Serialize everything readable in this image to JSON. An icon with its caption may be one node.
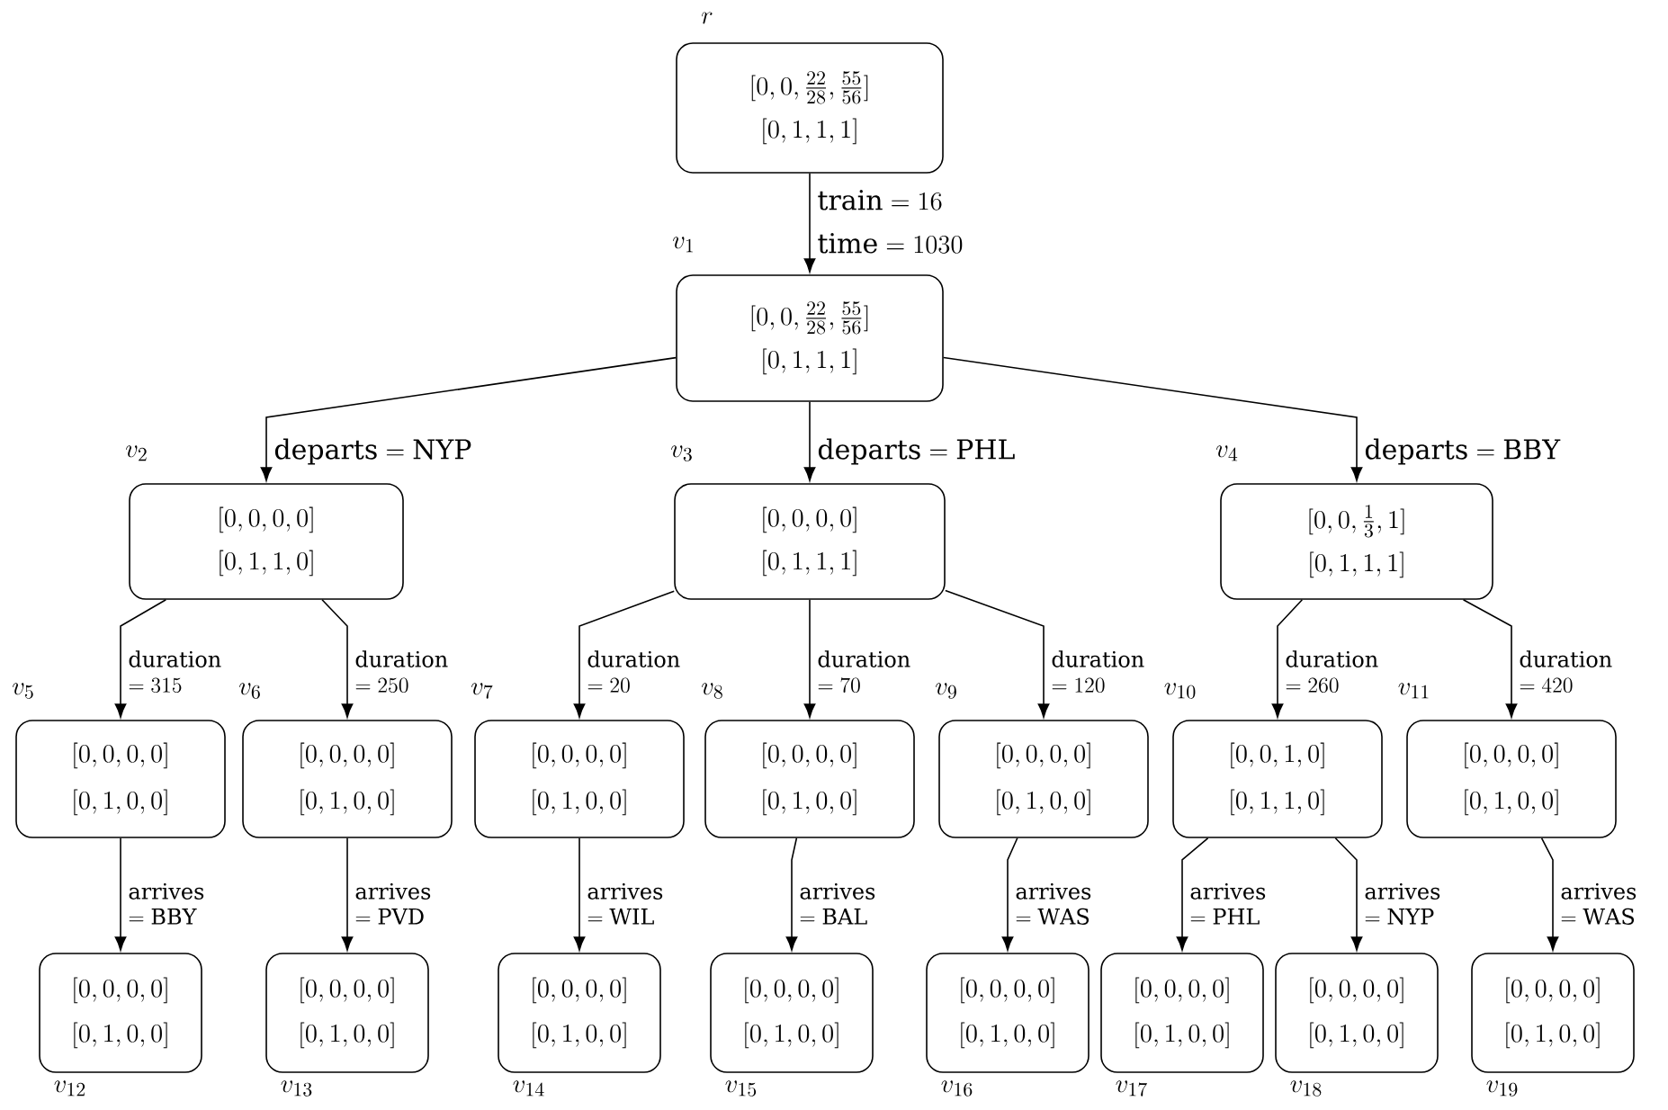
{
  "diagram": {
    "nodes": [
      {
        "text": [
          "[0, 0, \\tfrac{22}{28}, \\tfrac{55}{56}]",
          "[0, 1, 1, 1]"
        ],
        "beside": [
          "r"
        ]
      },
      {
        "text": [
          "[0, 0, \\tfrac{22}{28}, \\tfrac{55}{56}]",
          "[0, 1, 1, 1]"
        ],
        "beside": [
          "v_{1}"
        ]
      },
      {
        "text": [
          "[0, 0, 0, 0]",
          "[0, 1, 1, 0]"
        ],
        "beside": [
          "v_{2}"
        ]
      },
      {
        "text": [
          "[0, 0, 0, 0]",
          "[0, 1, 1, 1]"
        ],
        "beside": [
          "v_{3}"
        ]
      },
      {
        "text": [
          "[0, 0, \\tfrac{1}{3}, 1]",
          "[0, 1, 1, 1]"
        ],
        "beside": [
          "v_{4}"
        ]
      },
      {
        "text": [
          "[0, 0, 0, 0]",
          "[0, 1, 0, 0]"
        ],
        "beside": [
          "v_{5}"
        ]
      },
      {
        "text": [
          "[0, 0, 0, 0]",
          "[0, 1, 0, 0]"
        ],
        "beside": [
          "v_{6}"
        ]
      },
      {
        "text": [
          "[0, 0, 0, 0]",
          "[0, 1, 0, 0]"
        ],
        "beside": [
          "v_{7}"
        ]
      },
      {
        "text": [
          "[0, 0, 0, 0]",
          "[0, 1, 0, 0]"
        ],
        "beside": [
          "v_{8}"
        ]
      },
      {
        "text": [
          "[0, 0, 0, 0]",
          "[0, 1, 0, 0]"
        ],
        "beside": [
          "v_{9}"
        ]
      },
      {
        "text": [
          "[0, 0, 1, 0]",
          "[0, 1, 1, 0]"
        ],
        "beside": [
          "v_{10}"
        ]
      },
      {
        "text": [
          "[0, 0, 0, 0]",
          "[0, 1, 0, 0]"
        ],
        "beside": [
          "v_{11}"
        ]
      },
      {
        "text": [
          "[0, 0, 0, 0]",
          "[0, 1, 0, 0]"
        ],
        "beside": [
          "v_{12}"
        ]
      },
      {
        "text": [
          "[0, 0, 0, 0]",
          "[0, 1, 0, 0]"
        ],
        "beside": [
          "v_{13}"
        ]
      },
      {
        "text": [
          "[0, 0, 0, 0]",
          "[0, 1, 0, 0]"
        ],
        "beside": [
          "v_{14}"
        ]
      },
      {
        "text": [
          "[0, 0, 0, 0]",
          "[0, 1, 0, 0]"
        ],
        "beside": [
          "v_{15}"
        ]
      },
      {
        "text": [
          "[0, 0, 0, 0]",
          "[0, 1, 0, 0]"
        ],
        "beside": [
          "v_{16}"
        ]
      },
      {
        "text": [
          "[0, 0, 0, 0]",
          "[0, 1, 0, 0]"
        ],
        "beside": [
          "v_{17}"
        ]
      },
      {
        "text": [
          "[0, 0, 0, 0]",
          "[0, 1, 0, 0]"
        ],
        "beside": [
          "v_{18}"
        ]
      },
      {
        "text": [
          "[0, 0, 0, 0]",
          "[0, 1, 0, 0]"
        ],
        "beside": [
          "v_{19}"
        ]
      }
    ],
    "edges": [
      {
        "from": 0,
        "to": 1,
        "arrow": "to",
        "label": "\\begin{array}{@{}l@{}}\\mathrm{train} = 16\\\\[6pt] \\mathrm{time} = 1030\\end{array}"
      },
      {
        "from": 1,
        "to": 2,
        "arrow": "to",
        "label": "\\mathrm{departs} = \\mathrm{NYP}"
      },
      {
        "from": 1,
        "to": 3,
        "arrow": "to",
        "label": "\\mathrm{departs} = \\mathrm{PHL}"
      },
      {
        "from": 1,
        "to": 4,
        "arrow": "to",
        "label": "\\mathrm{departs} = \\mathrm{BBY}"
      },
      {
        "from": 2,
        "to": 5,
        "arrow": "to",
        "label": "\\begin{array}{@{}l@{}}\\mathrm{duration}\\\\ = 315\\end{array}"
      },
      {
        "from": 2,
        "to": 6,
        "arrow": "to",
        "label": "\\begin{array}{@{}l@{}}\\mathrm{duration}\\\\ = 250\\end{array}"
      },
      {
        "from": 3,
        "to": 7,
        "arrow": "to",
        "label": "\\begin{array}{@{}l@{}}\\mathrm{duration}\\\\ = 20\\end{array}"
      },
      {
        "from": 3,
        "to": 8,
        "arrow": "to",
        "label": "\\begin{array}{@{}l@{}}\\mathrm{duration}\\\\ = 70\\end{array}"
      },
      {
        "from": 3,
        "to": 9,
        "arrow": "to",
        "label": "\\begin{array}{@{}l@{}}\\mathrm{duration}\\\\ = 120\\end{array}"
      },
      {
        "from": 4,
        "to": 10,
        "arrow": "to",
        "label": "\\begin{array}{@{}l@{}}\\mathrm{duration}\\\\ = 260\\end{array}"
      },
      {
        "from": 4,
        "to": 11,
        "arrow": "to",
        "label": "\\begin{array}{@{}l@{}}\\mathrm{duration}\\\\ = 420\\end{array}"
      },
      {
        "from": 5,
        "to": 12,
        "arrow": "to",
        "label": "\\begin{array}{@{}l@{}}\\mathrm{arrives}\\\\ = \\mathrm{BBY}\\end{array}"
      },
      {
        "from": 6,
        "to": 13,
        "arrow": "to",
        "label": "\\begin{array}{@{}l@{}}\\mathrm{arrives}\\\\ = \\mathrm{PVD}\\end{array}"
      },
      {
        "from": 7,
        "to": 14,
        "arrow": "to",
        "label": "\\begin{array}{@{}l@{}}\\mathrm{arrives}\\\\ = \\mathrm{WIL}\\end{array}"
      },
      {
        "from": 8,
        "to": 15,
        "arrow": "to",
        "label": "\\begin{array}{@{}l@{}}\\mathrm{arrives}\\\\ = \\mathrm{BAL}\\end{array}"
      },
      {
        "from": 9,
        "to": 16,
        "arrow": "to",
        "label": "\\begin{array}{@{}l@{}}\\mathrm{arrives}\\\\ = \\mathrm{WAS}\\end{array}"
      },
      {
        "from": 10,
        "to": 17,
        "arrow": "to",
        "label": "\\begin{array}{@{}l@{}}\\mathrm{arrives}\\\\ = \\mathrm{PHL}\\end{array}"
      },
      {
        "from": 10,
        "to": 18,
        "arrow": "to",
        "label": "\\begin{array}{@{}l@{}}\\mathrm{arrives}\\\\ = \\mathrm{NYP}\\end{array}"
      },
      {
        "from": 11,
        "to": 19,
        "arrow": "to",
        "label": "\\begin{array}{@{}l@{}}\\mathrm{arrives}\\\\ = \\mathrm{WAS}\\end{array}"
      }
    ]
  }
}
